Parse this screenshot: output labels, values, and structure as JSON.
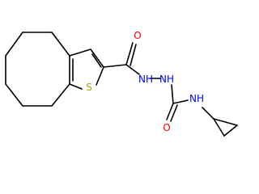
{
  "molecule": {
    "atoms": {
      "sulfur": "S",
      "carbonyl_oxygen_1": "O",
      "hydrazide_n1": "NH",
      "hydrazide_n2": "NH",
      "carbonyl_oxygen_2": "O",
      "amide_nitrogen": "NH"
    },
    "colors": {
      "bond": "#000000",
      "sulfur": "#b8a100",
      "oxygen": "#ff0000",
      "nitrogen": "#0000ff"
    }
  }
}
